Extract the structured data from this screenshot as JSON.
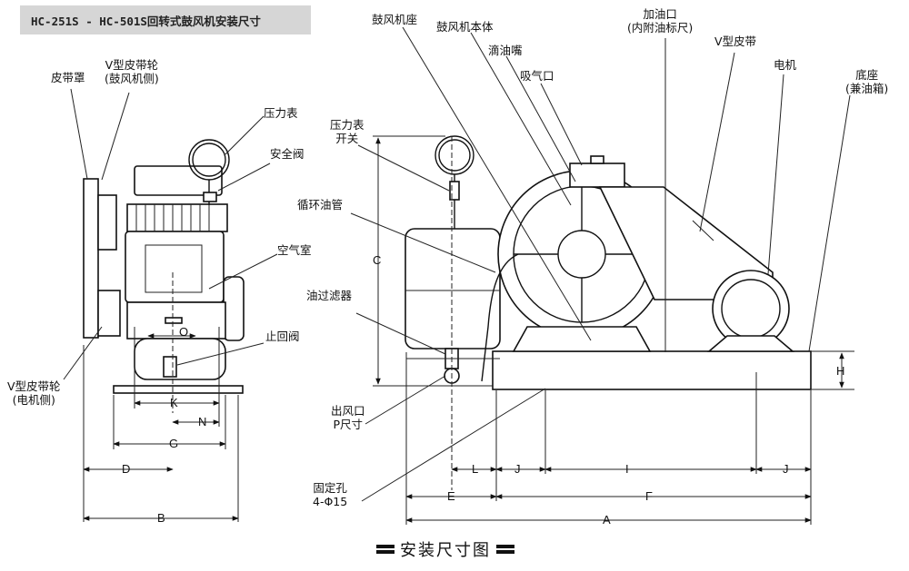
{
  "title": "HC-251S - HC-501S回转式鼓风机安装尺寸",
  "caption": "安装尺寸图",
  "left_view_labels": {
    "belt_cover": "皮带罩",
    "v_pulley_blower": [
      "V型皮带轮",
      "(鼓风机侧)"
    ],
    "pressure_gauge": "压力表",
    "safety_valve": "安全阀",
    "air_chamber": "空气室",
    "check_valve": "止回阀",
    "v_pulley_motor": [
      "V型皮带轮",
      "(电机侧)"
    ]
  },
  "right_view_labels": {
    "blower_base": "鼓风机座",
    "blower_body": "鼓风机本体",
    "oil_drip": "滴油嘴",
    "air_inlet": "吸气口",
    "oil_fill": [
      "加油口",
      "(内附油标尺)"
    ],
    "v_belt": "V型皮带",
    "motor": "电机",
    "base": [
      "底座",
      "(兼油箱)"
    ],
    "gauge_switch": [
      "压力表",
      "开关"
    ],
    "oil_circ_pipe": "循环油管",
    "oil_filter": "油过滤器",
    "outlet": [
      "出风口",
      "P尺寸"
    ],
    "fixing_hole": [
      "固定孔",
      "4-Φ15"
    ]
  },
  "dimensions": {
    "O": "O",
    "K": "K",
    "N": "N",
    "G": "G",
    "D": "D",
    "B": "B",
    "C": "C",
    "H": "H",
    "L": "L",
    "J": "J",
    "I": "I",
    "E": "E",
    "F": "F",
    "A": "A"
  }
}
